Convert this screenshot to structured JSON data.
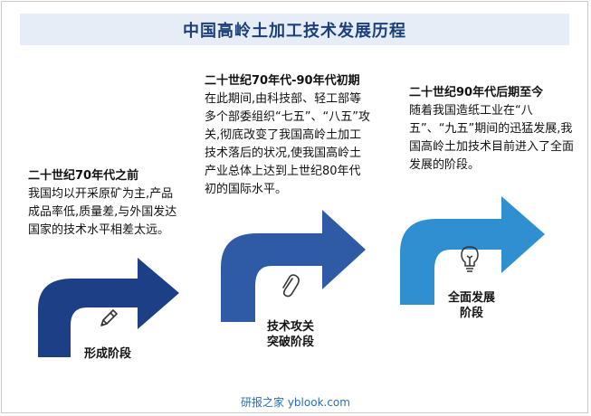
{
  "title": "中国高岭土加工技术发展历程",
  "stages": [
    {
      "heading": "二十世纪70年代之前",
      "body": "我国均以开采原矿为主,产品成品率低,质量差,与外国发达国家的技术水平相差太远。",
      "label_lines": [
        "形成阶段"
      ],
      "icon": "pencil-icon",
      "color": "#1d3f86"
    },
    {
      "heading": "二十世纪70年代-90年代初期",
      "body": "在此期间,由科技部、轻工部等多个部委组织“七五”、“八五”攻关,彻底改变了我国高岭土加工技术落后的状况,使我国高岭土产业总体上达到上世纪80年代初的国际水平。",
      "label_lines": [
        "技术攻关",
        "突破阶段"
      ],
      "icon": "paperclip-icon",
      "color": "#2e5aa6"
    },
    {
      "heading": "二十世纪90年代后期至今",
      "body": "随着我国造纸工业在“八五”、“九五”期间的迅猛发展,我国高岭土加技术目前进入了全面发展的阶段。",
      "label_lines": [
        "全面发展",
        "阶段"
      ],
      "icon": "lightbulb-icon",
      "color": "#2f8fd0"
    }
  ],
  "footer": "研报之家 yblook.com"
}
